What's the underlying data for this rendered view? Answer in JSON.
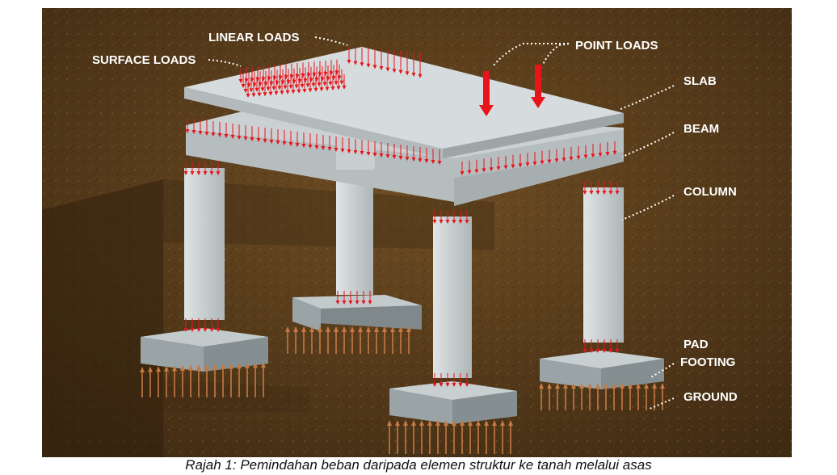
{
  "labels": {
    "linear_loads": "LINEAR LOADS",
    "surface_loads": "SURFACE LOADS",
    "point_loads": "POINT LOADS",
    "slab": "SLAB",
    "beam": "BEAM",
    "column": "COLUMN",
    "pad": "PAD",
    "footing": "FOOTING",
    "ground": "GROUND"
  },
  "caption": "Rajah 1: Pemindahan beban daripada elemen struktur ke tanah melalui asas",
  "colors": {
    "soil": "#5a3e1c",
    "concrete": "#c9d0d2",
    "load_arrow": "#e8131b",
    "reaction_arrow": "#c47a45",
    "label_text": "#ffffff"
  }
}
